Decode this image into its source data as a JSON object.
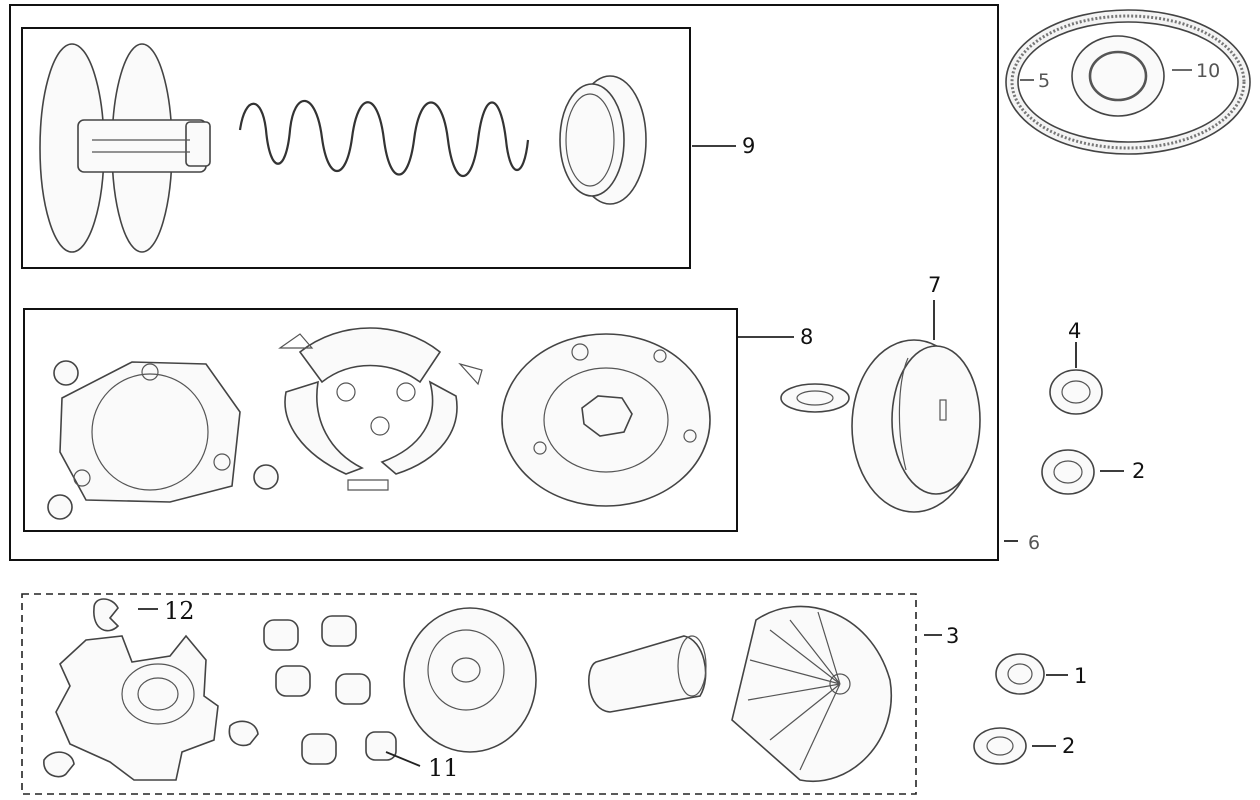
{
  "callouts": {
    "c1": "1",
    "c2a": "2",
    "c2b": "2",
    "c3": "3",
    "c4": "4",
    "c5": "5",
    "c6": "6",
    "c7": "7",
    "c8": "8",
    "c9": "9",
    "c10": "10",
    "c11": "11",
    "c12": "12"
  }
}
